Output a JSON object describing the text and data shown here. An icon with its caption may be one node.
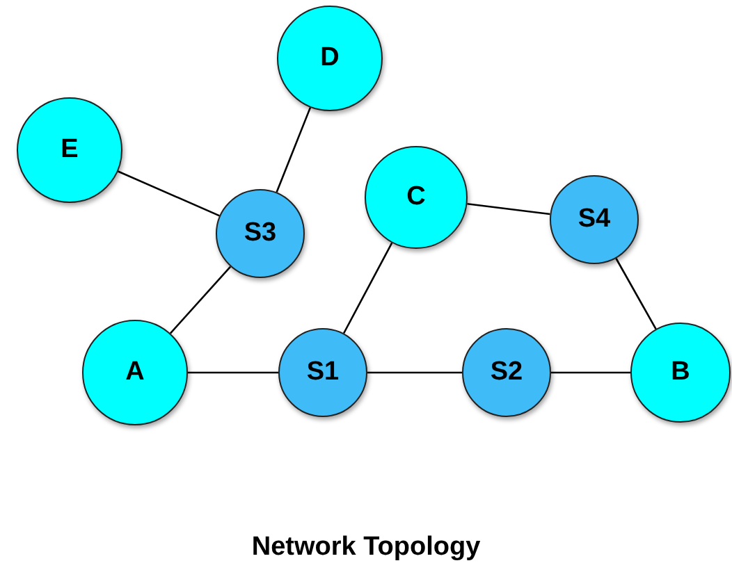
{
  "diagram": {
    "title": "Network Topology",
    "nodes": [
      {
        "text": [
          "D"
        ]
      },
      {
        "text": [
          "E"
        ]
      },
      {
        "text": [
          "S3"
        ]
      },
      {
        "text": [
          "C"
        ]
      },
      {
        "text": [
          "S4"
        ]
      },
      {
        "text": [
          "A"
        ]
      },
      {
        "text": [
          "S1"
        ]
      },
      {
        "text": [
          "S2"
        ]
      },
      {
        "text": [
          "B"
        ]
      }
    ],
    "edges": [
      {
        "from": 1,
        "to": 2,
        "arrow": "none"
      },
      {
        "from": 0,
        "to": 2,
        "arrow": "none"
      },
      {
        "from": 2,
        "to": 5,
        "arrow": "none"
      },
      {
        "from": 5,
        "to": 6,
        "arrow": "none"
      },
      {
        "from": 6,
        "to": 3,
        "arrow": "none"
      },
      {
        "from": 6,
        "to": 7,
        "arrow": "none"
      },
      {
        "from": 7,
        "to": 8,
        "arrow": "none"
      },
      {
        "from": 3,
        "to": 4,
        "arrow": "none"
      },
      {
        "from": 4,
        "to": 8,
        "arrow": "none"
      }
    ]
  }
}
